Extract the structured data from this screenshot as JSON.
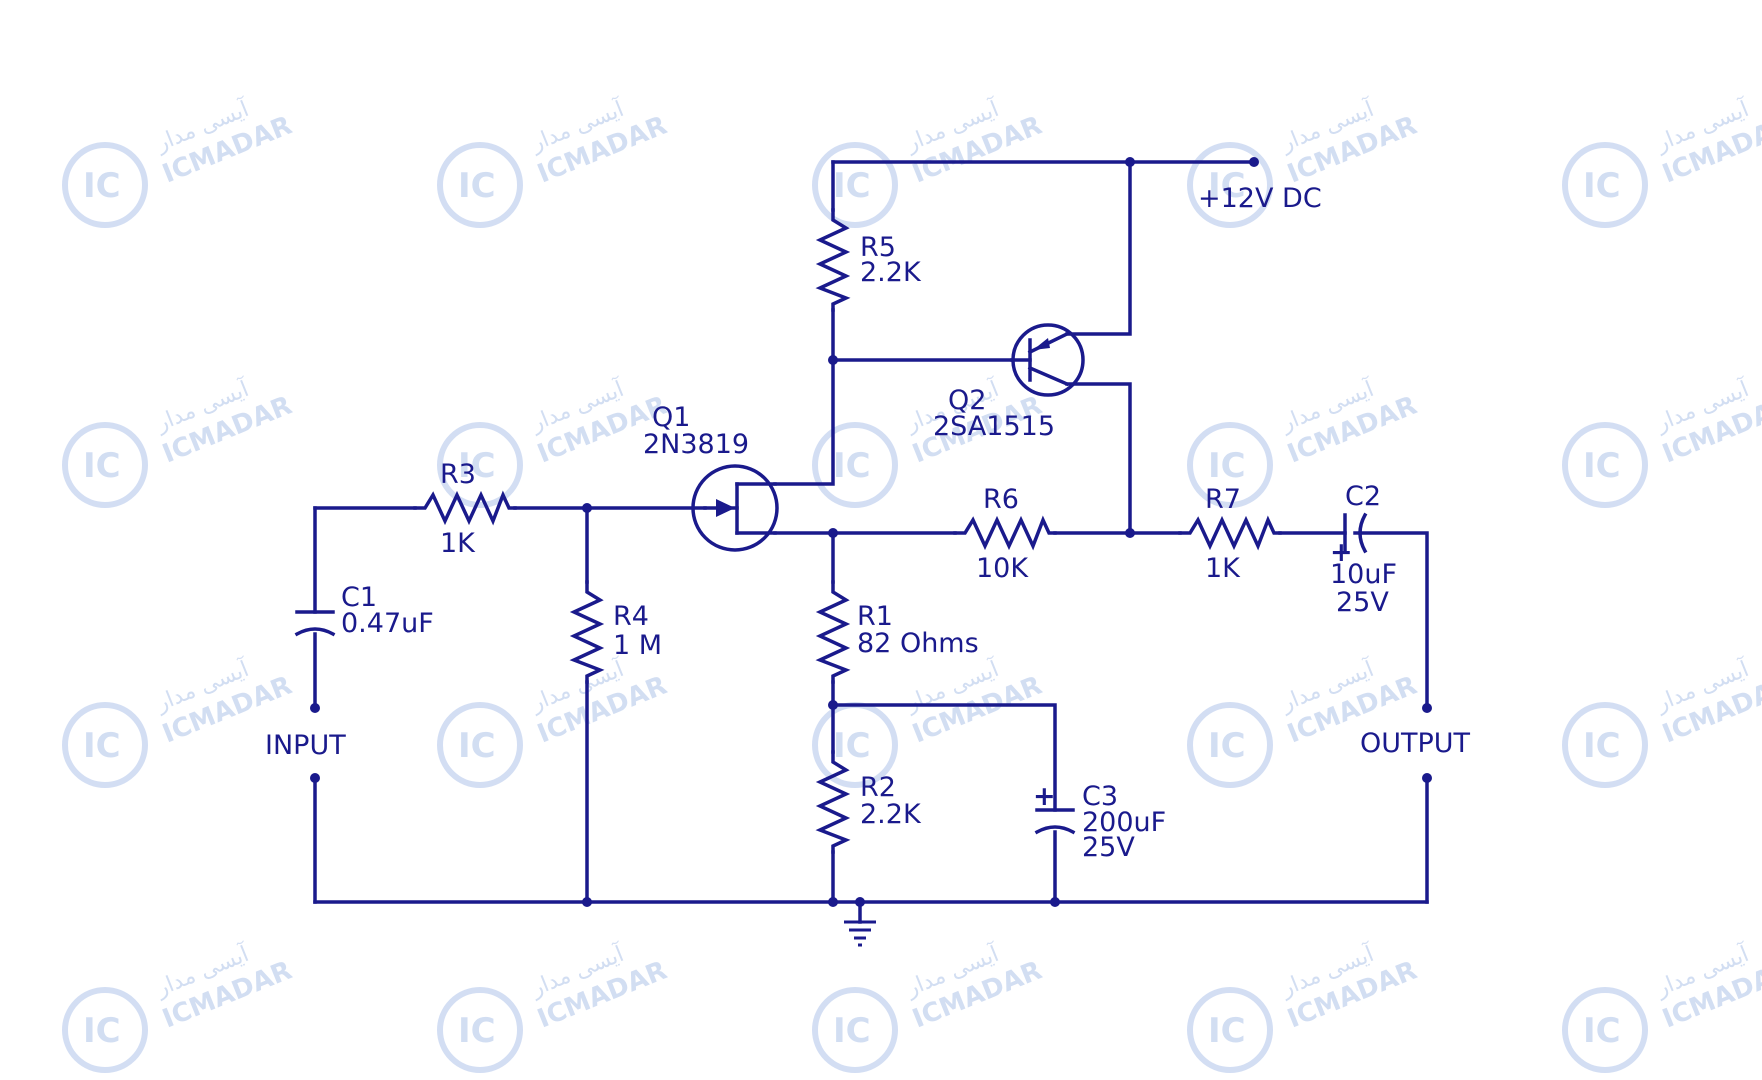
{
  "watermark": {
    "text": "ICMADAR",
    "text_fa": "آیسی مدار",
    "logo": "IC",
    "logo_sub": "MADAR"
  },
  "colors": {
    "ink": "#1a1a8c",
    "watermark": "#c8d6f0",
    "background": "#ffffff"
  },
  "components": {
    "q1": {
      "ref": "Q1",
      "part": "2N3819"
    },
    "q2": {
      "ref": "Q2",
      "part": "2SA1515"
    },
    "r1": {
      "ref": "R1",
      "value": "82 Ohms"
    },
    "r2": {
      "ref": "R2",
      "value": "2.2K"
    },
    "r3": {
      "ref": "R3",
      "value": "1K"
    },
    "r4": {
      "ref": "R4",
      "value": "1 M"
    },
    "r5": {
      "ref": "R5",
      "value": "2.2K"
    },
    "r6": {
      "ref": "R6",
      "value": "10K"
    },
    "r7": {
      "ref": "R7",
      "value": "1K"
    },
    "c1": {
      "ref": "C1",
      "value": "0.47uF"
    },
    "c2": {
      "ref": "C2",
      "value": "10uF",
      "voltage": "25V"
    },
    "c3": {
      "ref": "C3",
      "value": "200uF",
      "voltage": "25V"
    }
  },
  "ports": {
    "supply": "+12V DC",
    "input": "INPUT",
    "output": "OUTPUT"
  },
  "symbols": {
    "polarity_plus": "+",
    "ground": "ground-icon"
  }
}
